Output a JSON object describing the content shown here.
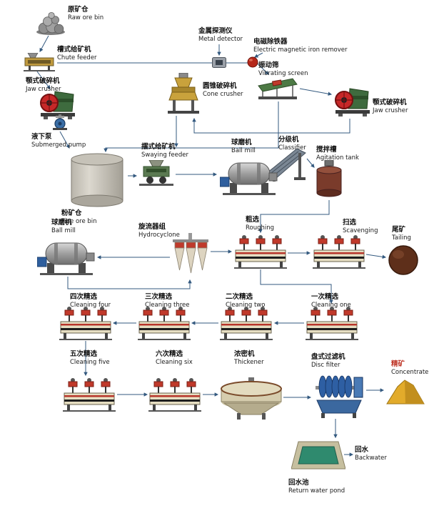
{
  "colors": {
    "wire": "#33597f",
    "label_text": "#111111",
    "concentrate_label_red": "#c0392b",
    "flotation_red": "#c0392b",
    "concentrate_yellow": "#e2ab2b",
    "tailing_brown": "#5e2f1a",
    "pond_water_green": "#2f8a6e"
  },
  "nodes": {
    "raw_ore_bin": {
      "cn": "原矿仓",
      "en": "Raw ore bin"
    },
    "chute_feeder": {
      "cn": "槽式给矿机",
      "en": "Chute feeder"
    },
    "jaw_crusher_left": {
      "cn": "颚式破碎机",
      "en": "Jaw crusher"
    },
    "submerged_pump": {
      "cn": "液下泵",
      "en": "Submerged pump"
    },
    "metal_detector": {
      "cn": "金属探测仪",
      "en": "Metal detector"
    },
    "iron_remover": {
      "cn": "电磁除铁器",
      "en": "Electric magnetic iron remover"
    },
    "cone_crusher": {
      "cn": "圆锥破碎机",
      "en": "Cone crusher"
    },
    "vibrating_screen": {
      "cn": "振动筛",
      "en": "Vibrating screen"
    },
    "jaw_crusher_right": {
      "cn": "颚式破碎机",
      "en": "Jaw crusher"
    },
    "swaying_feeder": {
      "cn": "摆式给矿机",
      "en": "Swaying feeder"
    },
    "ball_mill_top": {
      "cn": "球磨机",
      "en": "Ball mill"
    },
    "classifier": {
      "cn": "分级机",
      "en": "Classifier"
    },
    "agitation_tank": {
      "cn": "搅拌槽",
      "en": "Agitation tank"
    },
    "fine_ore_bin": {
      "cn": "粉矿仓",
      "en": "Fine ore bin"
    },
    "ball_mill_left": {
      "cn": "球磨机",
      "en": "Ball mill"
    },
    "hydrocyclone": {
      "cn": "旋流器组",
      "en": "Hydrocyclone"
    },
    "roughing": {
      "cn": "粗选",
      "en": "Roughing"
    },
    "scavenging": {
      "cn": "扫选",
      "en": "Scavenging"
    },
    "tailing": {
      "cn": "尾矿",
      "en": "Tailing"
    },
    "cleaning_four": {
      "cn": "四次精选",
      "en": "Cleaning four"
    },
    "cleaning_three": {
      "cn": "三次精选",
      "en": "Cleaning three"
    },
    "cleaning_two": {
      "cn": "二次精选",
      "en": "Cleaning two"
    },
    "cleaning_one": {
      "cn": "一次精选",
      "en": "Cleaning one"
    },
    "cleaning_five": {
      "cn": "五次精选",
      "en": "Cleaning five"
    },
    "cleaning_six": {
      "cn": "六次精选",
      "en": "Cleaning six"
    },
    "thickener": {
      "cn": "浓密机",
      "en": "Thickener"
    },
    "disc_filter": {
      "cn": "盘式过滤机",
      "en": "Disc filter"
    },
    "concentrate": {
      "cn": "精矿",
      "en": "Concentrate"
    },
    "backwater": {
      "cn": "回水",
      "en": "Backwater"
    },
    "return_water_pond": {
      "cn": "回水池",
      "en": "Return water pond"
    }
  }
}
